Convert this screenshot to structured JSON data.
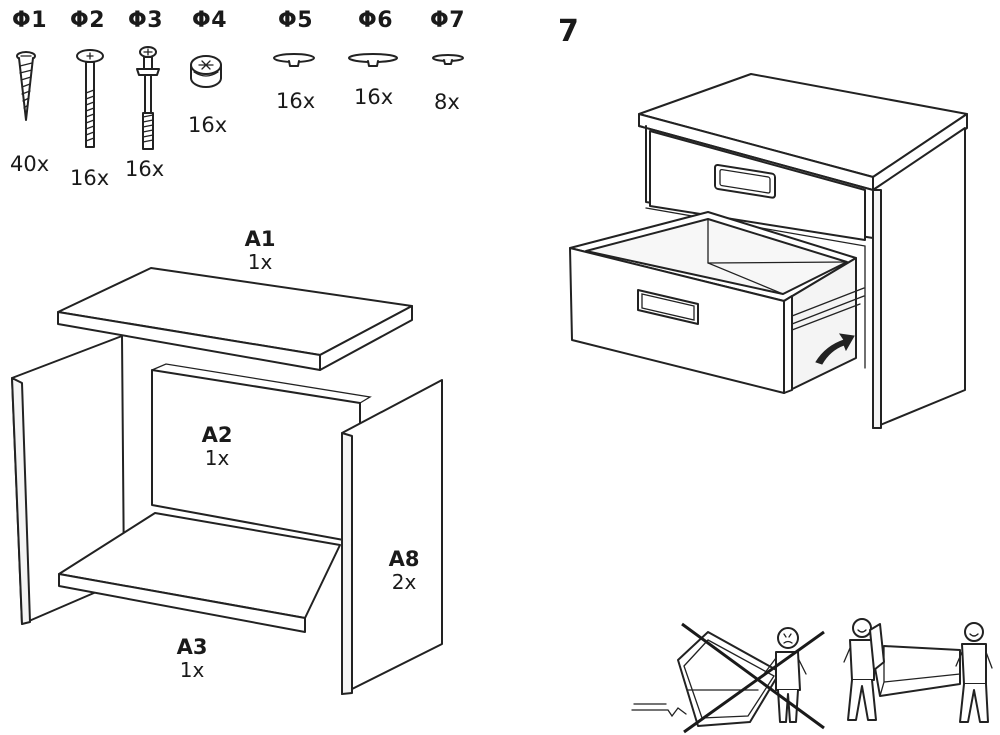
{
  "hardware": [
    {
      "code": "Φ1",
      "qty": "40x",
      "icon": "wood-screw-icon"
    },
    {
      "code": "Φ2",
      "qty": "16x",
      "icon": "connector-bolt-icon"
    },
    {
      "code": "Φ3",
      "qty": "16x",
      "icon": "cam-pin-icon"
    },
    {
      "code": "Φ4",
      "qty": "16x",
      "icon": "cam-lock-nut-icon"
    },
    {
      "code": "Φ5",
      "qty": "16x",
      "icon": "cover-cap-icon"
    },
    {
      "code": "Φ6",
      "qty": "16x",
      "icon": "large-cover-cap-icon"
    },
    {
      "code": "Φ7",
      "qty": "8x",
      "icon": "small-cover-cap-icon"
    }
  ],
  "parts": [
    {
      "code": "A1",
      "qty": "1x"
    },
    {
      "code": "A2",
      "qty": "1x"
    },
    {
      "code": "A8",
      "qty": "2x"
    },
    {
      "code": "A3",
      "qty": "1x"
    }
  ],
  "step": {
    "number": "7"
  },
  "icons": {
    "cabinet": "nightstand-drawer-illustration",
    "arrow": "push-drawer-arrow-icon",
    "wrong_carry": "incorrect-carrying-icon",
    "right_carry": "correct-two-person-carrying-icon"
  }
}
